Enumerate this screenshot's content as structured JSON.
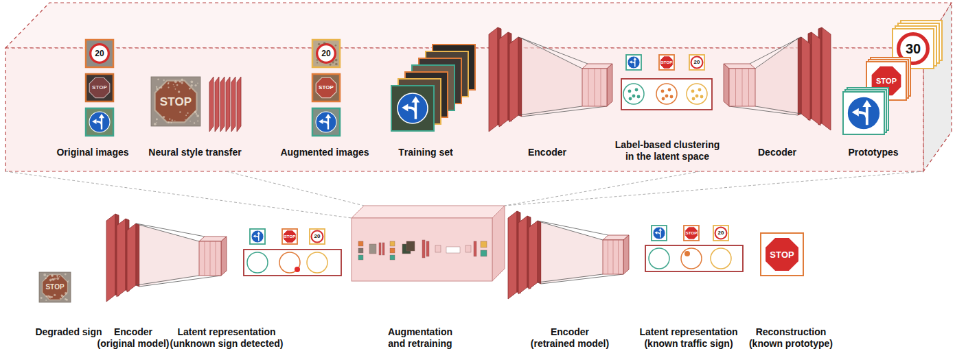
{
  "diagram": {
    "nodes": [
      {
        "text": [
          "Original images"
        ]
      },
      {
        "text": [
          "Neural style transfer"
        ]
      },
      {
        "text": [
          "Augmented images"
        ]
      },
      {
        "text": [
          "Training set"
        ]
      },
      {
        "text": [
          "Encoder"
        ]
      },
      {
        "text": [
          "Label-based clustering in the latent space"
        ]
      },
      {
        "text": [
          "Decoder"
        ]
      },
      {
        "text": [
          "Prototypes"
        ]
      },
      {
        "text": [
          "Degraded sign"
        ]
      },
      {
        "text": [
          "Encoder (original model)"
        ]
      },
      {
        "text": [
          "Latent representation (unknown sign detected)"
        ]
      },
      {
        "text": [
          "Augmentation and retraining"
        ]
      },
      {
        "text": [
          "Encoder (retrained model)"
        ]
      },
      {
        "text": [
          "Latent representation (known traffic sign)"
        ]
      },
      {
        "text": [
          "Reconstruction (known prototype)"
        ]
      }
    ],
    "labels": [
      "20",
      "STOP",
      "STOP",
      "20",
      "STOP",
      "STOP",
      "20",
      "30",
      "STOP",
      "STOP",
      "STOP",
      "20",
      "STOP",
      "20",
      "STOP"
    ]
  }
}
